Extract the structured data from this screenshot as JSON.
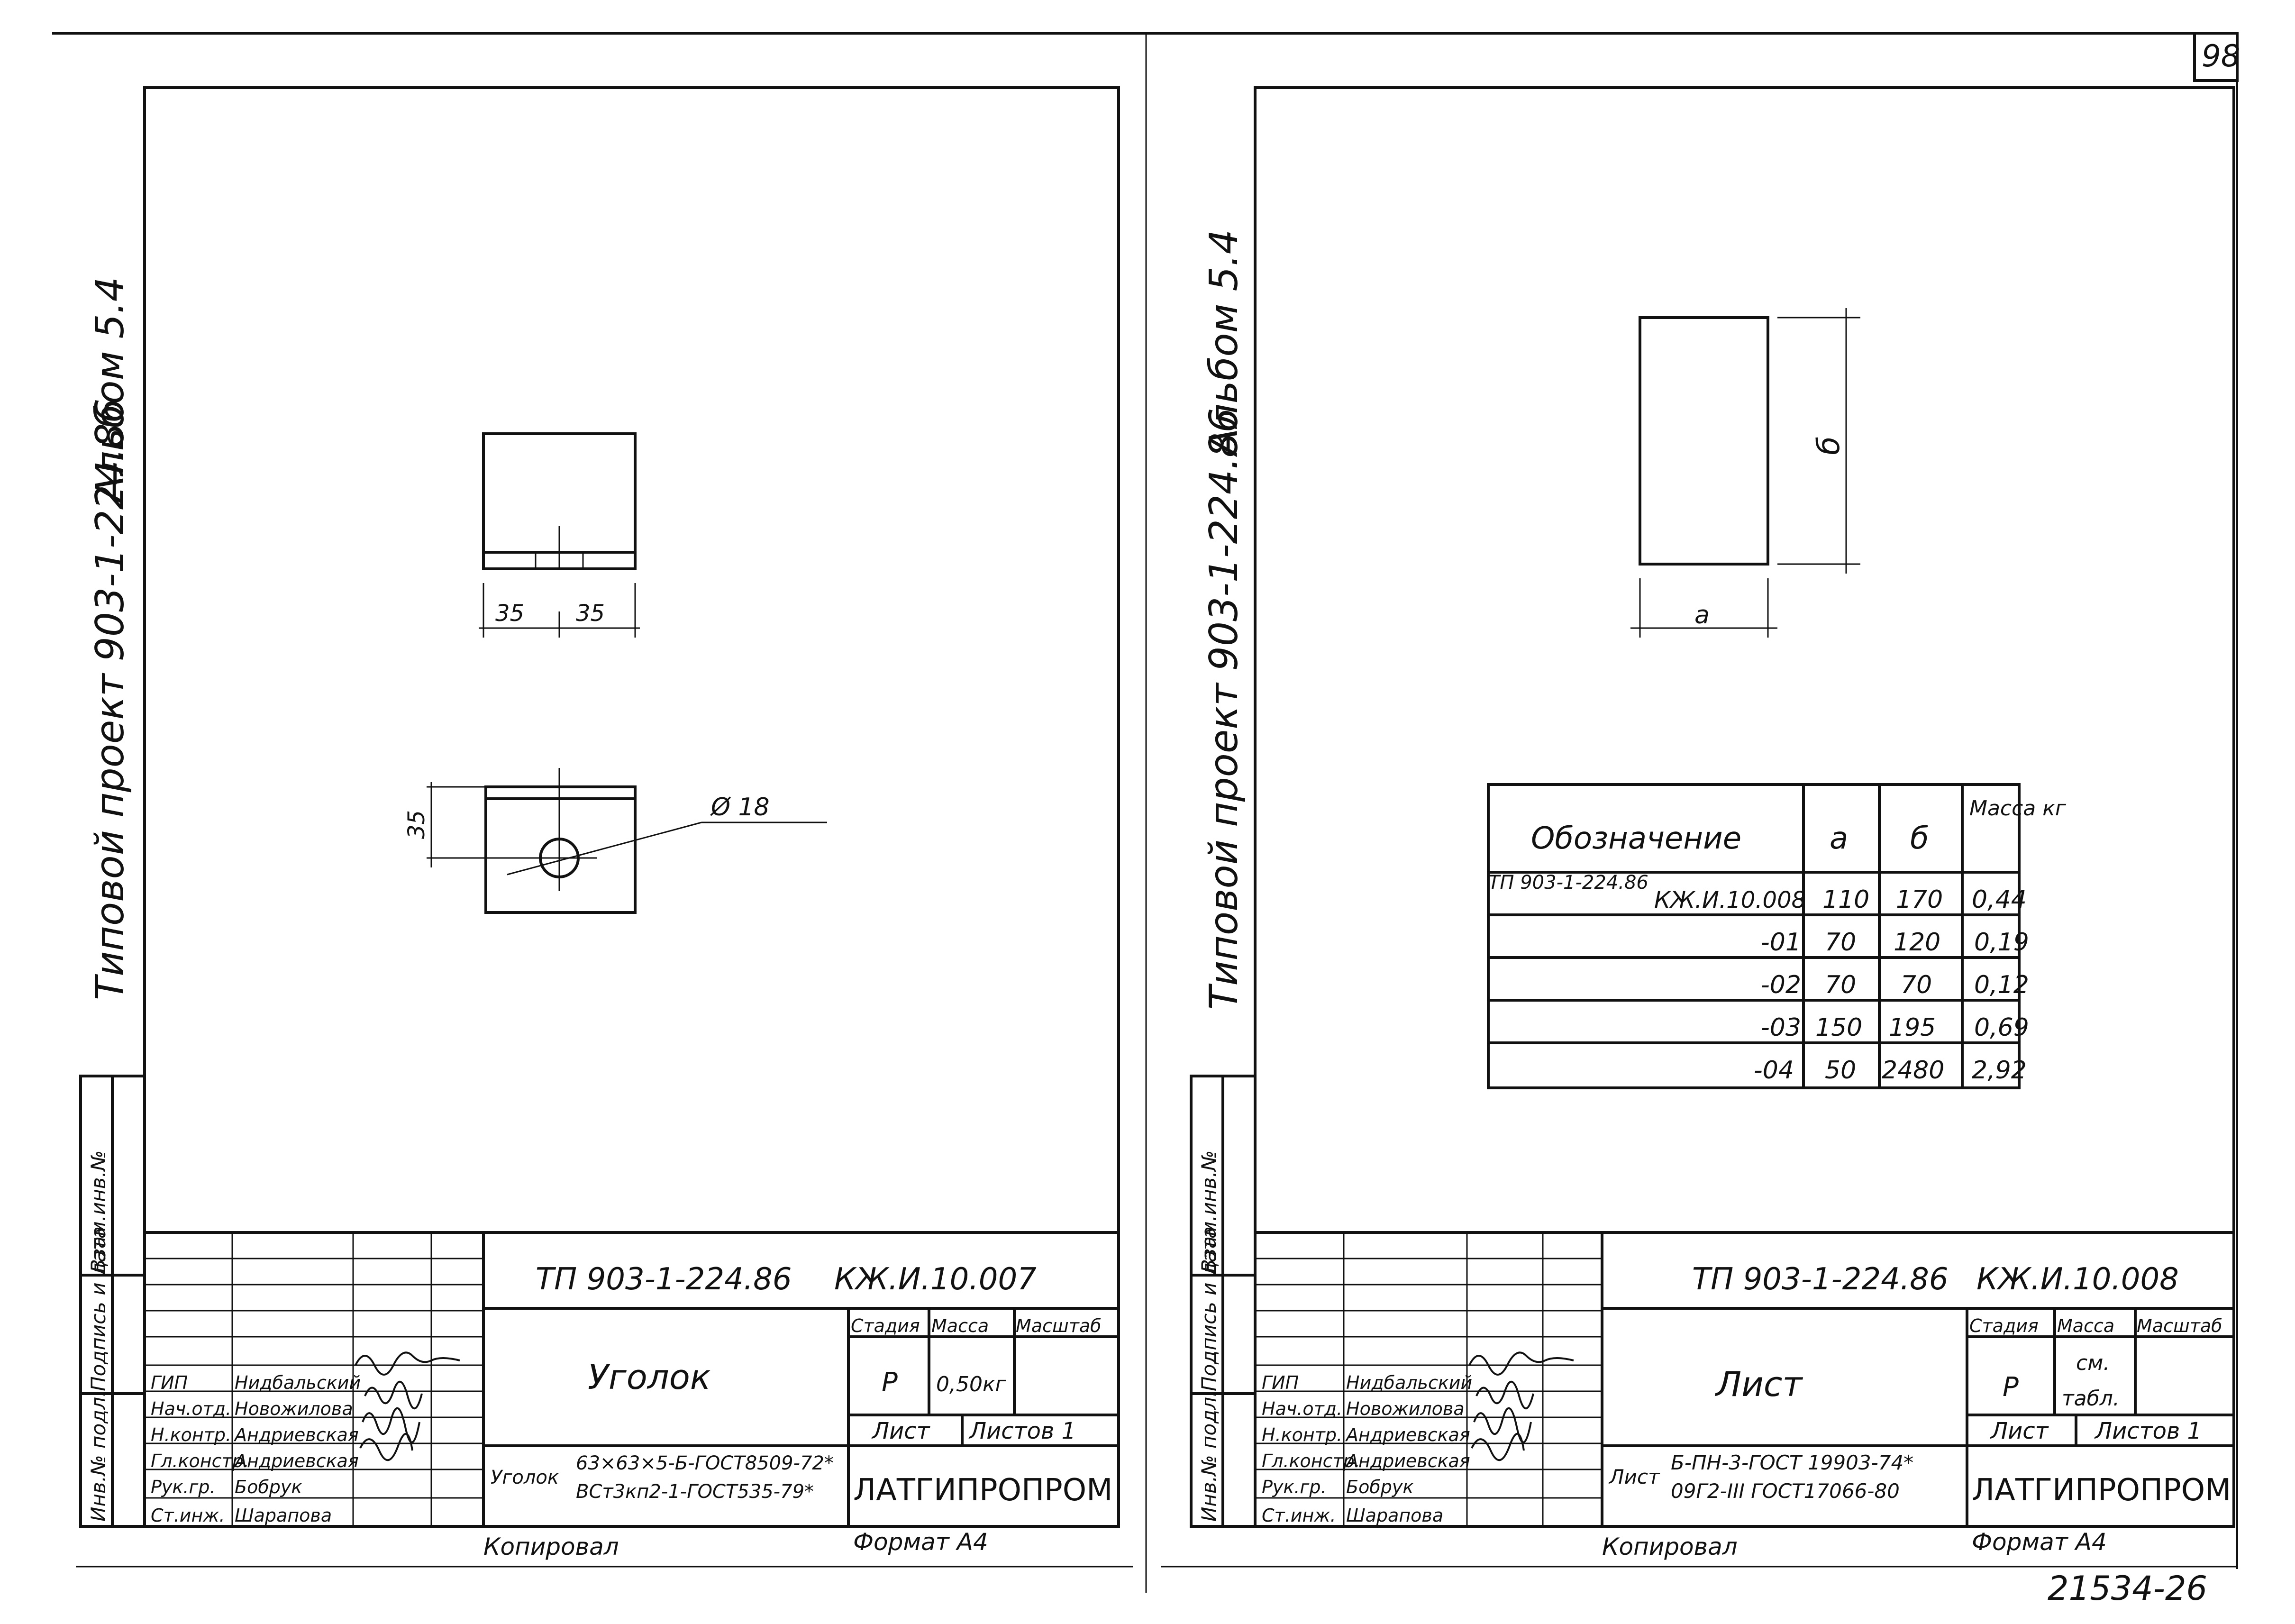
{
  "page_number": "98",
  "archive_number": "21534-26",
  "left_sheet": {
    "side_project": "Типовой проект 903-1-224.86",
    "side_album": "Альбом 5.4",
    "drawing": {
      "dim_left": "35",
      "dim_right": "35",
      "dim_vertical": "35",
      "hole": "Ø 18"
    },
    "stamp": {
      "doc_code": "ТП 903-1-224.86",
      "mark": "КЖ.И.10.007",
      "title": "Уголок",
      "material_prefix": "Уголок",
      "material_top": "63×63×5-Б-ГОСТ8509-72*",
      "material_bottom": "ВСт3кп2-1-ГОСТ535-79*",
      "stage_h": "Стадия",
      "mass_h": "Масса",
      "scale_h": "Масштаб",
      "stage": "Р",
      "mass": "0,50кг",
      "sheet_h": "Лист",
      "sheets_h": "Листов 1",
      "org": "ЛАТГИПРОПРОМ",
      "copied": "Копировал",
      "format": "Формат А4",
      "roles": [
        "ГИП",
        "Нач.отд.",
        "Н.контр.",
        "Гл.констр.",
        "Рук.гр.",
        "Ст.инж."
      ],
      "names": [
        "Нидбальский",
        "Новожилова",
        "Андриевская",
        "Андриевская",
        "Бобрук",
        "Шарапова"
      ],
      "side_labels": [
        "Инв.№ подл.",
        "Подпись и дата",
        "Взам.инв.№"
      ]
    }
  },
  "right_sheet": {
    "side_project": "Типовой проект 903-1-224.86",
    "side_album": "Альбом 5.4",
    "drawing": {
      "dim_a": "а",
      "dim_b": "б"
    },
    "table": {
      "headers": [
        "Обозначение",
        "а",
        "б",
        "Масса кг"
      ],
      "prefix": "ТП 903-1-224.86",
      "rows": [
        [
          "КЖ.И.10.008",
          "110",
          "170",
          "0,44"
        ],
        [
          "-01",
          "70",
          "120",
          "0,19"
        ],
        [
          "-02",
          "70",
          "70",
          "0,12"
        ],
        [
          "-03",
          "150",
          "195",
          "0,69"
        ],
        [
          "-04",
          "50",
          "2480",
          "2,92"
        ]
      ]
    },
    "stamp": {
      "doc_code": "ТП 903-1-224.86",
      "mark": "КЖ.И.10.008",
      "title": "Лист",
      "material_prefix": "Лист",
      "material_top": "Б-ПН-3-ГОСТ 19903-74*",
      "material_bottom": "09Г2-III ГОСТ17066-80",
      "stage_h": "Стадия",
      "mass_h": "Масса",
      "scale_h": "Масштаб",
      "stage": "Р",
      "mass_1": "см.",
      "mass_2": "табл.",
      "sheet_h": "Лист",
      "sheets_h": "Листов 1",
      "org": "ЛАТГИПРОПРОМ",
      "copied": "Копировал",
      "format": "Формат А4",
      "roles": [
        "ГИП",
        "Нач.отд.",
        "Н.контр.",
        "Гл.констр.",
        "Рук.гр.",
        "Ст.инж."
      ],
      "names": [
        "Нидбальский",
        "Новожилова",
        "Андриевская",
        "Андриевская",
        "Бобрук",
        "Шарапова"
      ],
      "side_labels": [
        "Инв.№ подл.",
        "Подпись и дата",
        "Взам.инв.№"
      ]
    }
  }
}
